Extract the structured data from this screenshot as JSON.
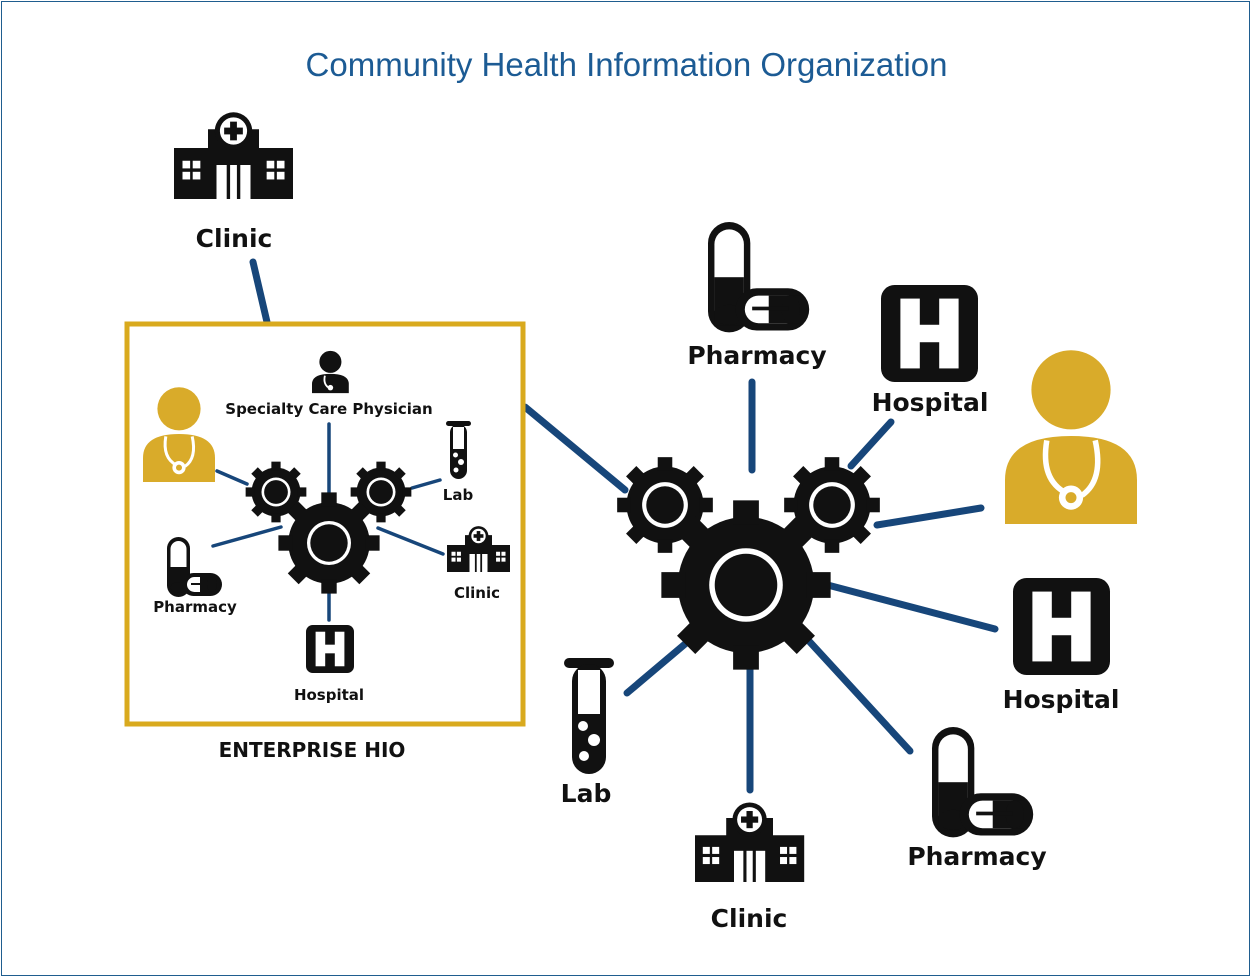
{
  "title": "Community Health Information Organization",
  "enterprise": {
    "caption": "ENTERPRISE HIO",
    "labels": {
      "specialty": "Specialty Care Physician",
      "lab": "Lab",
      "clinic": "Clinic",
      "pharmacy": "Pharmacy",
      "hospital": "Hospital"
    }
  },
  "community": {
    "labels": {
      "clinic_top": "Clinic",
      "pharmacy_top": "Pharmacy",
      "hospital_top": "Hospital",
      "hospital_right": "Hospital",
      "pharmacy_bottom": "Pharmacy",
      "clinic_bottom": "Clinic",
      "lab": "Lab"
    }
  },
  "colors": {
    "connector": "#17467a",
    "enterprise_border": "#d9aa1e",
    "physician_gold": "#d9ab2a",
    "title": "#1c5b94",
    "icon": "#111111"
  }
}
